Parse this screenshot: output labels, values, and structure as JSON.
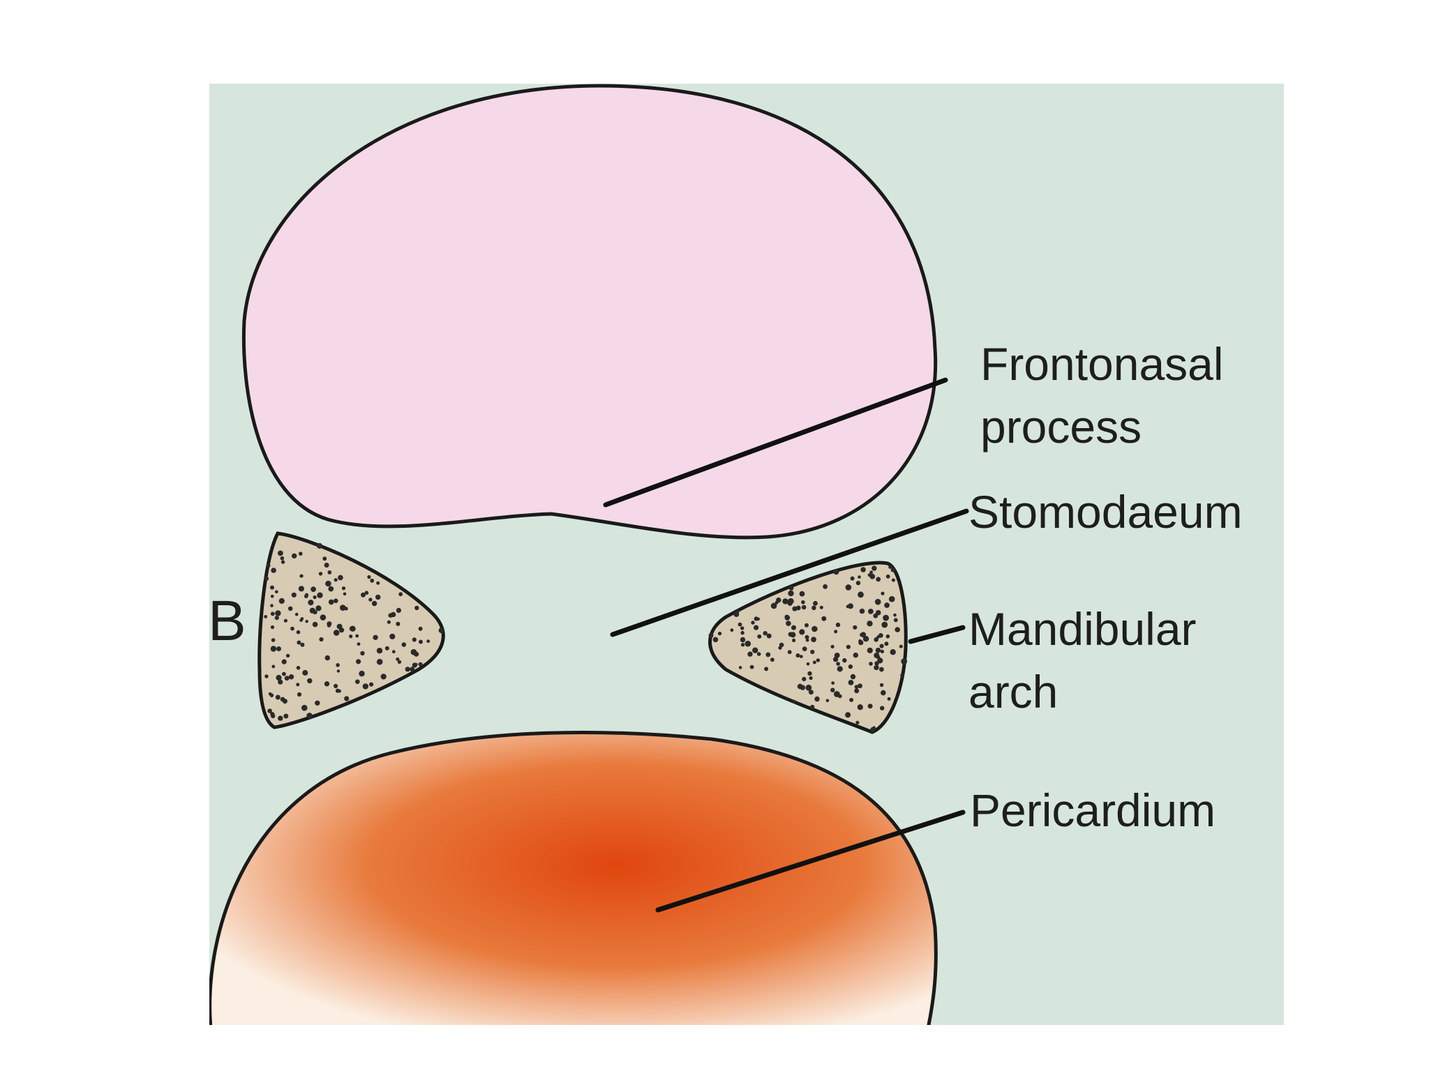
{
  "panel_letter": "B",
  "labels": {
    "frontonasal_line1": "Frontonasal",
    "frontonasal_line2": "process",
    "stomodaeum": "Stomodaeum",
    "mandibular_line1": "Mandibular",
    "mandibular_line2": "arch",
    "pericardium": "Pericardium"
  },
  "colors": {
    "background_panel": "#d6e6dc",
    "frontonasal_fill": "#f5d9e9",
    "mandibular_fill": "#d8cbb4",
    "mandibular_dots": "#2a2a2a",
    "pericardium_core": "#e0460e",
    "pericardium_edge": "#fbeee2"
  }
}
